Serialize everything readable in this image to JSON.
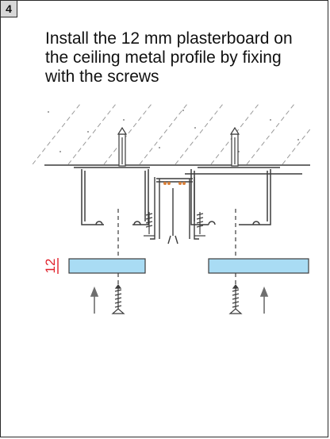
{
  "step": {
    "number": "4"
  },
  "instruction": {
    "text": "Install the 12 mm plasterboard on the ceiling metal profile by fixing with the screws"
  },
  "diagram": {
    "dimension_label": "12",
    "dimension_color": "#e0202a",
    "plasterboard_color": "#a9dcf4",
    "line_color": "#3c3c3c",
    "arrow_color": "#6e6e6e",
    "connector_color": "#d9803a"
  }
}
